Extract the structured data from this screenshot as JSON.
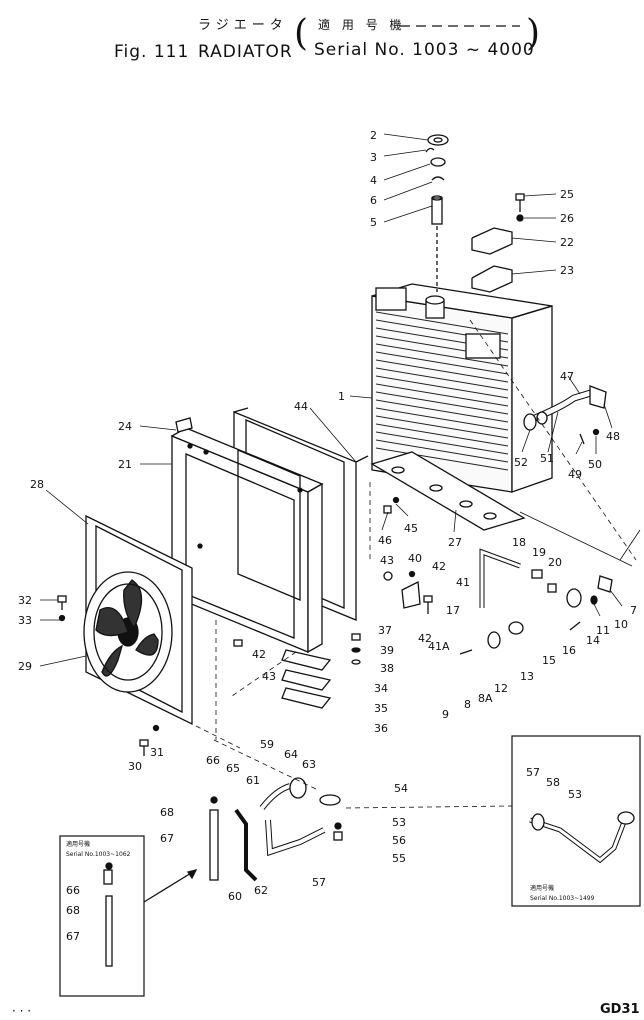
{
  "header": {
    "title_jp": "ラジエータ",
    "fig_label": "Fig. 111",
    "title_en": "RADIATOR",
    "serial_top": "適 用 号 機",
    "serial_label": "Serial No. 1003 ~ 4000"
  },
  "callouts": [
    "1",
    "2",
    "3",
    "4",
    "5",
    "6",
    "7",
    "8",
    "8A",
    "9",
    "10",
    "11",
    "12",
    "13",
    "14",
    "15",
    "16",
    "17",
    "18",
    "19",
    "20",
    "21",
    "22",
    "23",
    "24",
    "25",
    "26",
    "27",
    "28",
    "29",
    "30",
    "31",
    "32",
    "33",
    "34",
    "35",
    "36",
    "37",
    "38",
    "39",
    "40",
    "41",
    "41A",
    "42",
    "43",
    "44",
    "45",
    "46",
    "47",
    "48",
    "49",
    "50",
    "51",
    "52",
    "53",
    "54",
    "55",
    "56",
    "57",
    "58",
    "59",
    "60",
    "61",
    "62",
    "63",
    "64",
    "65",
    "66",
    "67",
    "68"
  ],
  "insets": {
    "left": {
      "caption_jp": "適用号機",
      "caption_serial": "Serial No.1003~1062",
      "labels": [
        "66",
        "68",
        "67"
      ]
    },
    "right": {
      "caption_jp": "適用号機",
      "caption_serial": "Serial No.1003~1499",
      "labels": [
        "57",
        "58",
        "53"
      ]
    }
  },
  "page_code": "GD31"
}
